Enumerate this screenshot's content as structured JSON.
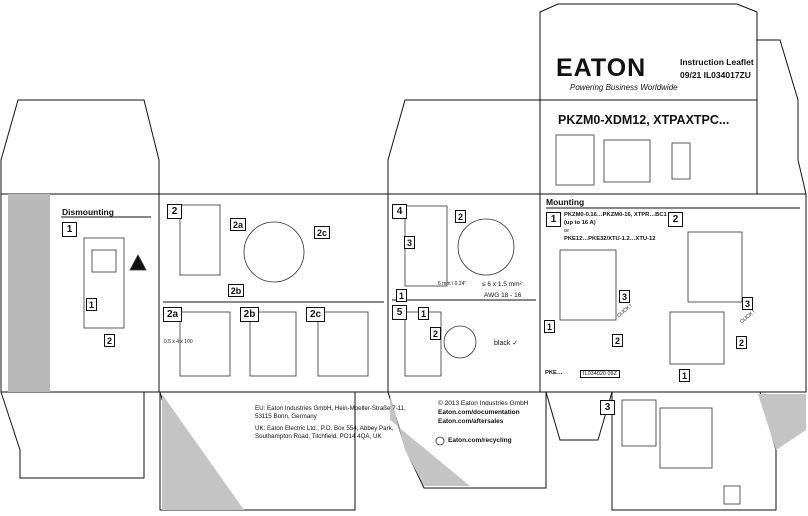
{
  "brand": {
    "logo_text": "EATON",
    "tagline": "Powering Business Worldwide"
  },
  "leaflet": {
    "title": "Instruction Leaflet",
    "number": "09/21 IL034017ZU",
    "product": "PKZM0-XDM12, XTPAXTPC..."
  },
  "sections": {
    "dismounting": "Dismounting",
    "mounting": "Mounting"
  },
  "steps": {
    "s1": "1",
    "s2": "2",
    "s2a": "2a",
    "s2b": "2b",
    "s2c": "2c",
    "s3": "3",
    "s4": "4",
    "s5": "5",
    "m1": "1",
    "m2": "2",
    "m3": "3"
  },
  "callouts": {
    "a": "2a",
    "b": "2b",
    "c": "2c",
    "n1": "1",
    "n2": "2",
    "n3": "3",
    "click": "CLICK !"
  },
  "mounting_text": {
    "line1": "PKZM0-0.16…PKZM0-16, XTPR…BC1",
    "line2": "(up to 16 A)",
    "or": "or",
    "line3": "PKE12…PKE32/XTU-1.2…XTU-12",
    "pke_label": "PKE…",
    "pke_ref": "IL034020 09Z"
  },
  "wiring": {
    "strip_len": "6 mm / 0.24\"",
    "cross_section": "≤ 6 x 1.5 mm²",
    "awg": "AWG 18 - 16",
    "screwdriver": "0.5 x 4 x 100",
    "black": "black ✓"
  },
  "addresses": {
    "eu": "EU: Eaton Industries GmbH, Hein-Moeller-Straße 7-11,",
    "eu2": "53115 Bonn, Germany",
    "uk": "UK: Eaton Electric Ltd., P.O. Box 554, Abbey Park,",
    "uk2": "Southampton Road, Titchfield, PO14 4QA, UK"
  },
  "footer": {
    "copyright": "© 2013 Eaton Industries GmbH",
    "doc_url": "Eaton.com/documentation",
    "aftersales_url": "Eaton.com/aftersales",
    "recycling_url": "Eaton.com/recycling"
  },
  "colors": {
    "line": "#111111",
    "grey_panel": "#b8b8b8",
    "shade": "#c4c4c4",
    "paper": "#ffffff"
  }
}
